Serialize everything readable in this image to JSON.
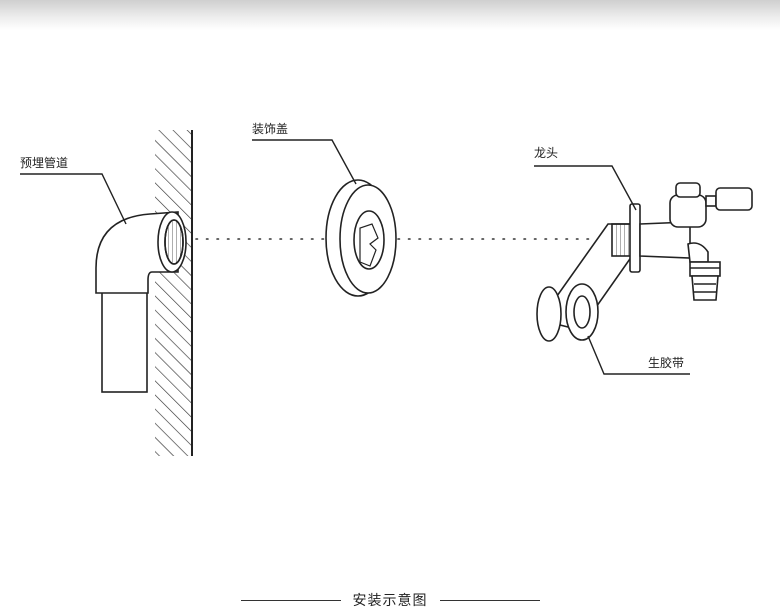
{
  "labels": {
    "embedded_pipe": "预埋管道",
    "decorative_cover": "装饰盖",
    "faucet": "龙头",
    "ptfe_tape": "生胶带"
  },
  "caption": "安装示意图"
}
